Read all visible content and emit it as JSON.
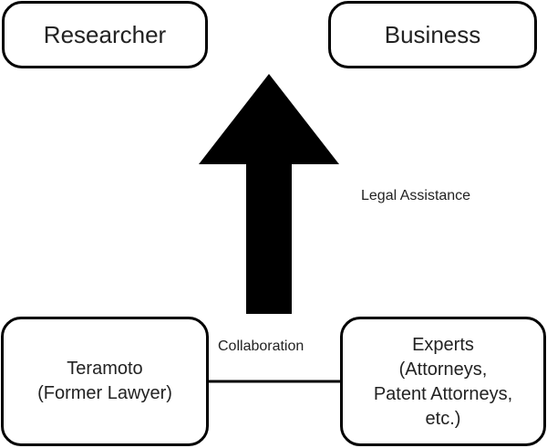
{
  "nodes": {
    "researcher": {
      "label": "Researcher"
    },
    "business": {
      "label": "Business"
    },
    "teramoto": {
      "lines": [
        "Teramoto",
        "(Former Lawyer)"
      ]
    },
    "experts": {
      "lines": [
        "Experts",
        "(Attorneys,",
        "Patent Attorneys,",
        "etc.)"
      ]
    }
  },
  "edges": {
    "arrow_label": "Legal Assistance",
    "link_label": "Collaboration"
  },
  "colors": {
    "stroke": "#000000",
    "text": "#222222",
    "background": "#ffffff"
  }
}
